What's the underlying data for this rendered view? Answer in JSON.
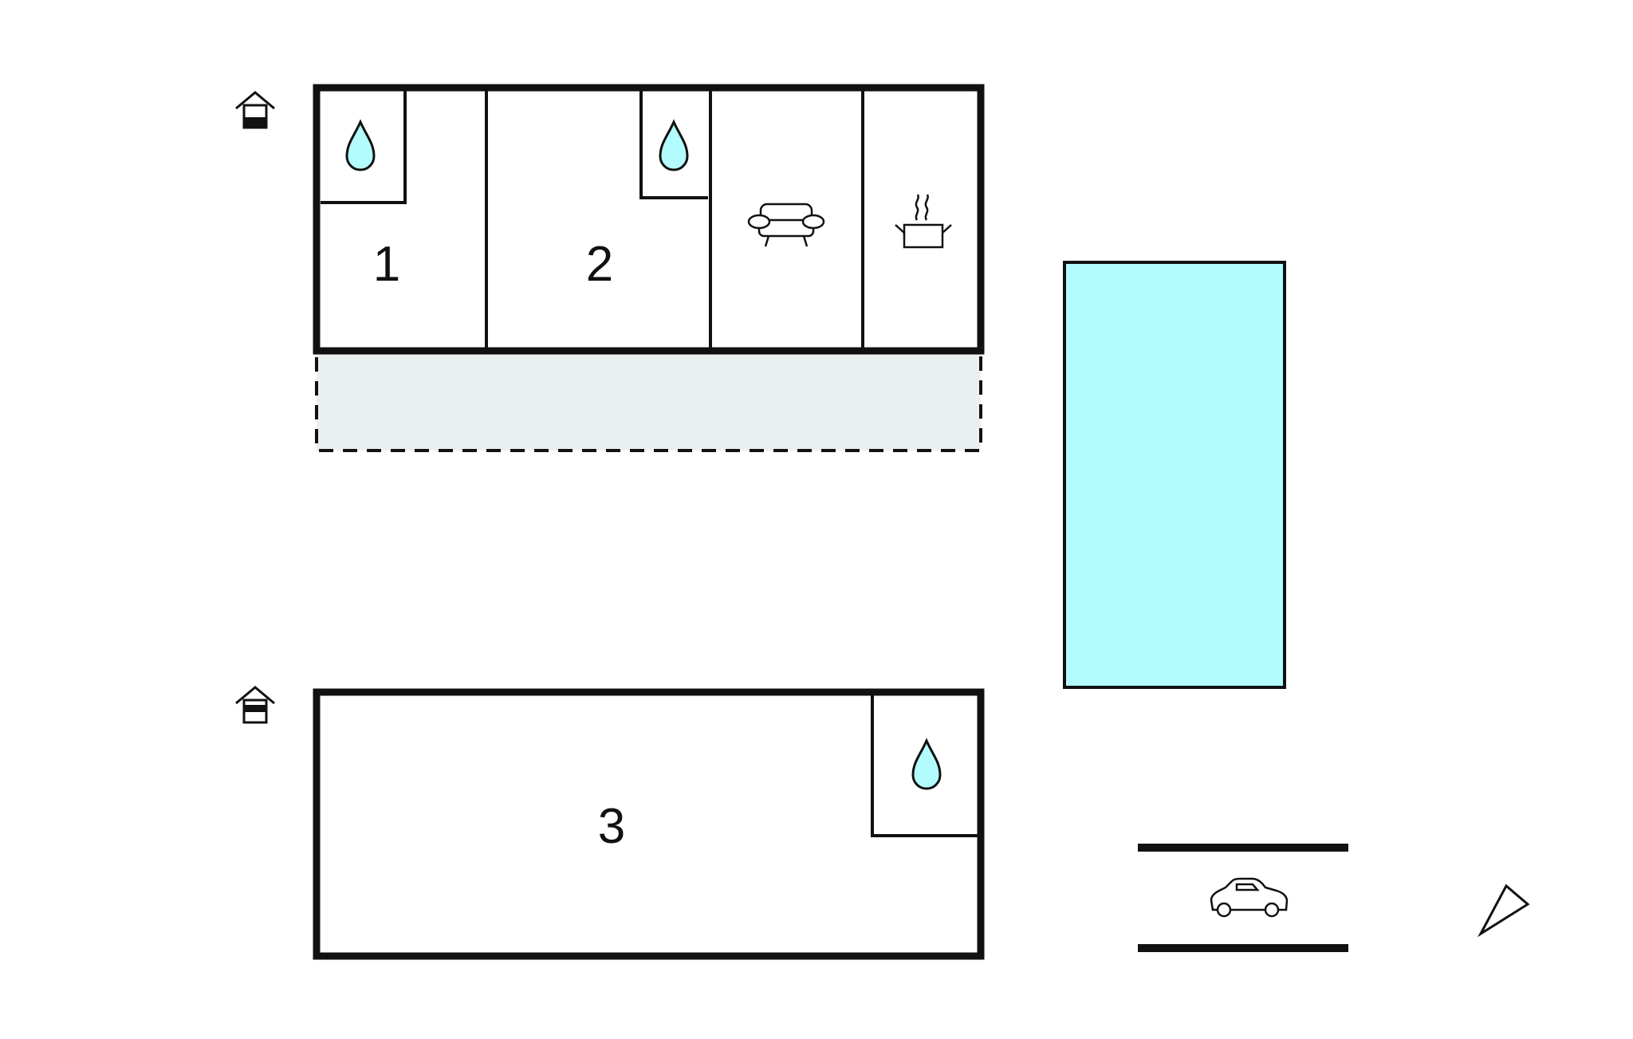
{
  "rooms": [
    {
      "label": "1"
    },
    {
      "label": "2"
    },
    {
      "label": "3"
    }
  ],
  "colors": {
    "wall": "#111111",
    "water": "#b3fcfd",
    "terrace": "#eaefef",
    "background": "#ffffff"
  },
  "icons": {
    "floor_marker": "floor-level-icon",
    "bathroom": "water-drop-icon",
    "living": "sofa-icon",
    "kitchen": "cooking-pot-icon",
    "parking": "car-icon",
    "north": "north-arrow-icon"
  }
}
